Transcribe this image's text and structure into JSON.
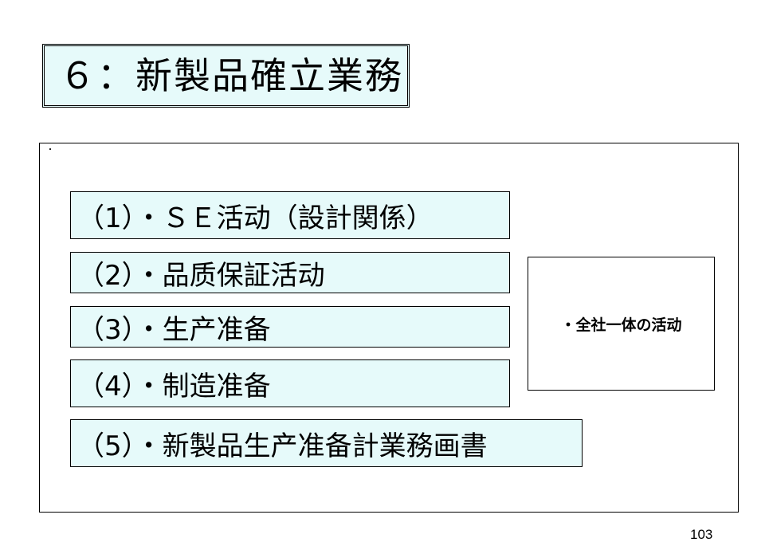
{
  "slide": {
    "title": "６：新製品確立業務",
    "dot": "・",
    "items": [
      "（1）・ＳＥ活动（設計関係）",
      "（2）・品质保証活动",
      "（3）・生产准备",
      "（4）・制造准备",
      "（5）・新製品生产准备計業務画書"
    ],
    "side_note": "・全社一体の活动",
    "page_number": "103"
  },
  "colors": {
    "box_fill": "#e6fafa",
    "border": "#000000",
    "background": "#ffffff"
  }
}
